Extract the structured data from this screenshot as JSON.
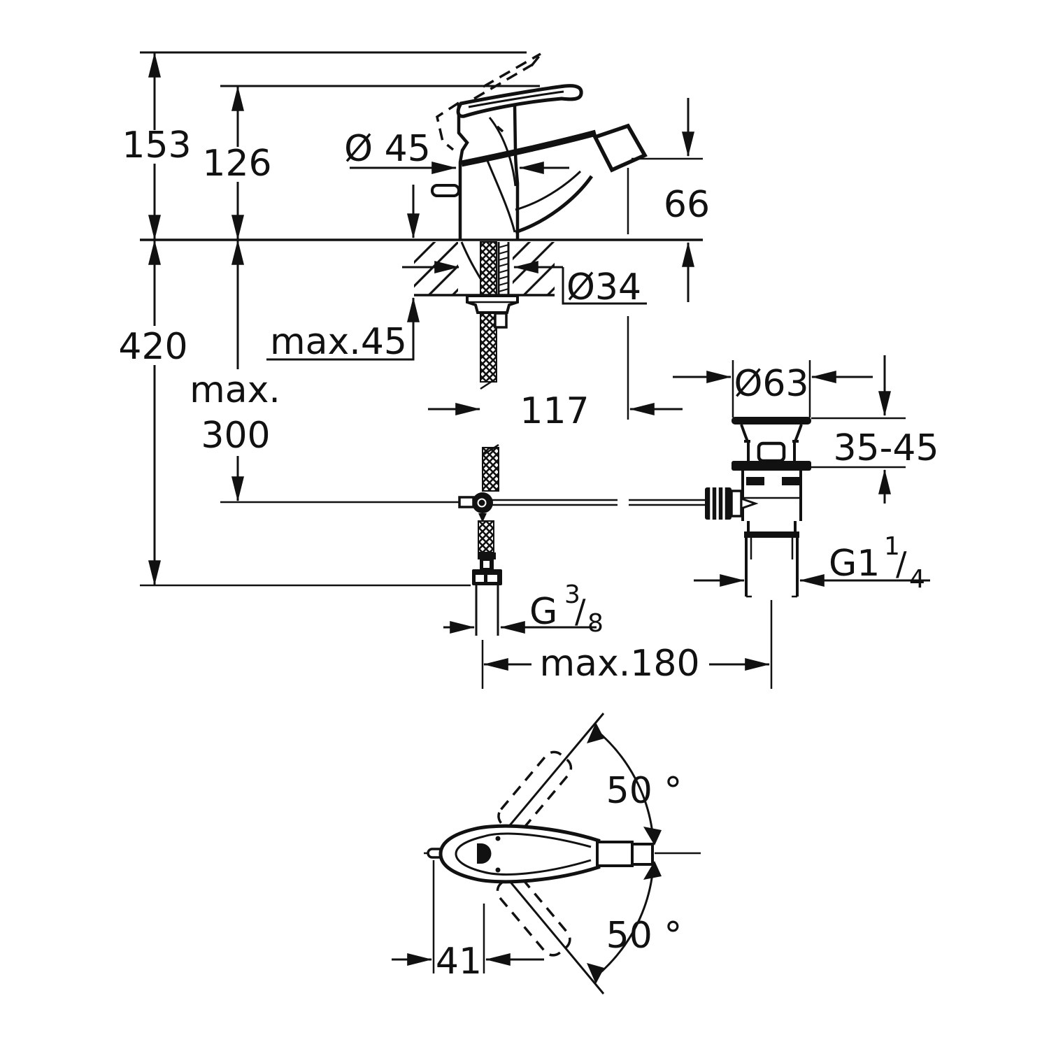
{
  "drawing": {
    "type": "technical-dimension-diagram",
    "subject": "single-lever bidet mixer with pop-up waste, side view and top view",
    "line_color": "#111111",
    "background": "#ffffff",
    "dims": {
      "total_height": "153",
      "handle_height": "126",
      "body_diameter": "Ø 45",
      "spout_height": "66",
      "overall_depth": "420",
      "deck_thickness": "max.45",
      "hole_diameter": "Ø34",
      "hose_length_line1": "max.",
      "hose_length_line2": "300",
      "spout_reach": "117",
      "waste_flange_diameter": "Ø63",
      "waste_clamp_range": "35-45",
      "waste_thread_base": "G1",
      "waste_thread_numerator": "1",
      "waste_thread_slash": "/",
      "waste_thread_denominator": "4",
      "supply_thread_base": "G",
      "supply_thread_numerator": "3",
      "supply_thread_slash": "/",
      "supply_thread_denominator": "8",
      "rod_reach": "max.180",
      "handle_swivel_upper": "50 °",
      "handle_swivel_lower": "50 °",
      "handle_offset": "41"
    }
  }
}
